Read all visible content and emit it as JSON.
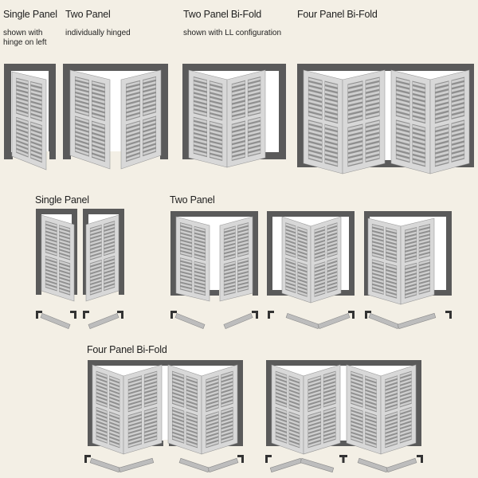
{
  "row1": {
    "single_panel": {
      "title": "Single Panel",
      "note_line1": "shown with",
      "note_line2": "hinge on left"
    },
    "two_panel": {
      "title": "Two Panel",
      "note": "individually hinged"
    },
    "two_panel_bifold": {
      "title": "Two Panel Bi-Fold",
      "note": "shown with LL configuration"
    },
    "four_panel_bifold": {
      "title": "Four Panel Bi-Fold"
    }
  },
  "row2": {
    "single_panel": {
      "title": "Single Panel"
    },
    "two_panel": {
      "title": "Two Panel"
    }
  },
  "row3": {
    "four_panel_bifold": {
      "title": "Four Panel Bi-Fold"
    }
  },
  "colors": {
    "background": "#f3efe5",
    "frame": "#5a5a5a",
    "panel_fill": "#8f8f8f",
    "panel_border": "#d8d8d8",
    "louver_light": "#cfcfcf",
    "louver_dark": "#6b6b6b",
    "opening": "#ffffff",
    "plan_panel": "#bdbdbd"
  }
}
